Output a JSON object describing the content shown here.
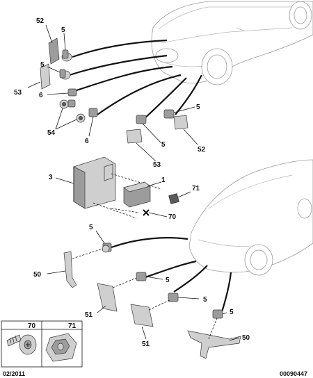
{
  "callouts": {
    "c52_top": "52",
    "c5_a": "5",
    "c5_b": "5",
    "c53_left": "53",
    "c6_a": "6",
    "c54": "54",
    "c6_b": "6",
    "c5_c": "5",
    "c5_d": "5",
    "c53_mid": "53",
    "c52_right": "52",
    "c3": "3",
    "c1": "1",
    "c71": "71",
    "c70": "70",
    "c5_e": "5",
    "c50_left": "50",
    "c5_f": "5",
    "c5_g": "5",
    "c51_a": "51",
    "c51_b": "51",
    "c5_h": "5",
    "c50_right": "50"
  },
  "legend": {
    "label_70": "70",
    "label_71": "71"
  },
  "footer": {
    "date": "02/2011",
    "reference": "00090447"
  },
  "colors": {
    "ink": "#111111",
    "part_fill": "#9c9c9c",
    "car_outline": "#9a9a9a"
  }
}
